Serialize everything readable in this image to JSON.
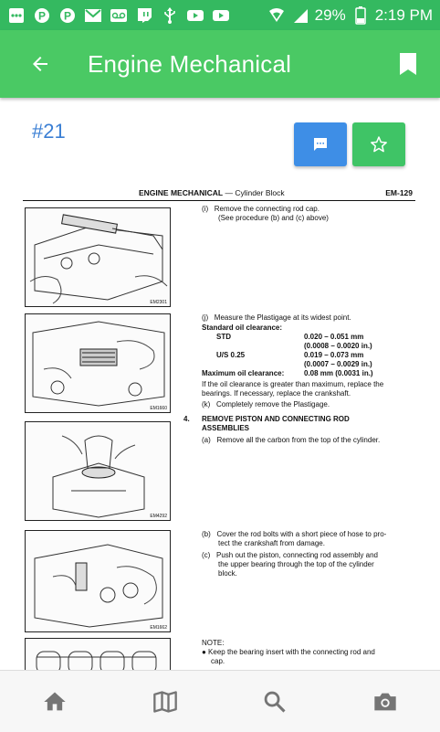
{
  "status_bar": {
    "battery": "29%",
    "time": "2:19 PM"
  },
  "app_bar": {
    "title": "Engine Mechanical"
  },
  "page": {
    "number": "#21"
  },
  "document": {
    "header_section": "ENGINE MECHANICAL",
    "header_sub": " — Cylinder Block",
    "header_code": "EM-129",
    "steps": {
      "i_label": "(i)",
      "i_text": "Remove the connecting rod cap.",
      "i_text2": "(See procedure (b) and (c) above)",
      "j_label": "(j)",
      "j_text": "Measure the Plastigage at its widest point.",
      "std_title": "Standard oil clearance:",
      "std_label": "STD",
      "std_val1": "0.020 – 0.051 mm",
      "std_val2": "(0.0008 – 0.0020 in.)",
      "us_label": "U/S 0.25",
      "us_val1": "0.019 – 0.073 mm",
      "us_val2": "(0.0007 – 0.0029 in.)",
      "max_label": "Maximum oil clearance:",
      "max_val": "0.08 mm (0.0031 in.)",
      "note_text1": "If the oil clearance is greater than maximum, replace the",
      "note_text2": "bearings. If necessary, replace the crankshaft.",
      "k_label": "(k)",
      "k_text": "Completely remove the Plastigage.",
      "s4_num": "4.",
      "s4_title1": "REMOVE PISTON AND CONNECTING ROD",
      "s4_title2": "ASSEMBLIES",
      "a_label": "(a)",
      "a_text": "Remove all the carbon from the top of the cylinder.",
      "b_label": "(b)",
      "b_text1": "Cover the rod bolts with a short piece of hose to pro-",
      "b_text2": "tect the crankshaft from damage.",
      "c_label": "(c)",
      "c_text1": "Push out the piston, connecting rod assembly and",
      "c_text2": "the upper bearing through the top of the cylinder",
      "c_text3": "block.",
      "note_title": "NOTE:",
      "note_bullet1": "● Keep the bearing insert with the connecting rod and",
      "note_bullet2": "cap."
    },
    "figures": {
      "fig1": "EM2301",
      "fig2": "EM1660",
      "fig3": "EM4292",
      "fig4": "EM1662"
    }
  },
  "icons": [
    "email-icon",
    "pinterest-icon",
    "pinterest-icon",
    "gmail-icon",
    "voicemail-icon",
    "twitch-icon",
    "usb-icon",
    "youtube-icon",
    "youtube-icon",
    "hotspot-icon",
    "signal-icon",
    "battery-icon",
    "back-arrow-icon",
    "bookmark-icon",
    "comment-icon",
    "star-icon",
    "home-icon",
    "book-icon",
    "search-icon",
    "camera-icon"
  ],
  "colors": {
    "status_bar": "#34b960",
    "app_bar": "#4ac964",
    "page_number": "#3b7fd4",
    "comment_button": "#3e8ee6",
    "star_button": "#3fc466"
  }
}
